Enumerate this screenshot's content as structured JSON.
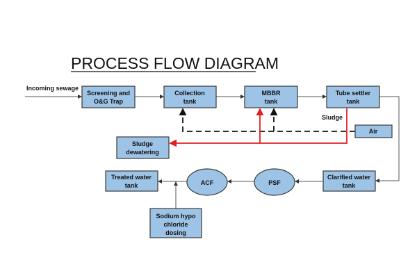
{
  "title": "PROCESS FLOW DIAGRAM",
  "inlet_label": "Incoming sewage",
  "sludge_label": "Sludge",
  "nodes": {
    "screening": [
      "Screening and",
      "O&G Trap"
    ],
    "collection": [
      "Collection",
      "tank"
    ],
    "mbbr": [
      "MBBR",
      "tank"
    ],
    "tube_settler": [
      "Tube settler",
      "tank"
    ],
    "air": [
      "Air"
    ],
    "sludge_dewatering": [
      "Sludge",
      "dewatering"
    ],
    "clarified": [
      "Clarified water",
      "tank"
    ],
    "psf": [
      "PSF"
    ],
    "acf": [
      "ACF"
    ],
    "treated": [
      "Treated water",
      "tank"
    ],
    "dosing": [
      "Sodium hypo",
      "chloride",
      "dosing"
    ]
  },
  "colors": {
    "box_fill": "#9dc3e6",
    "sludge_line": "#e02020",
    "air_line": "#111111"
  }
}
